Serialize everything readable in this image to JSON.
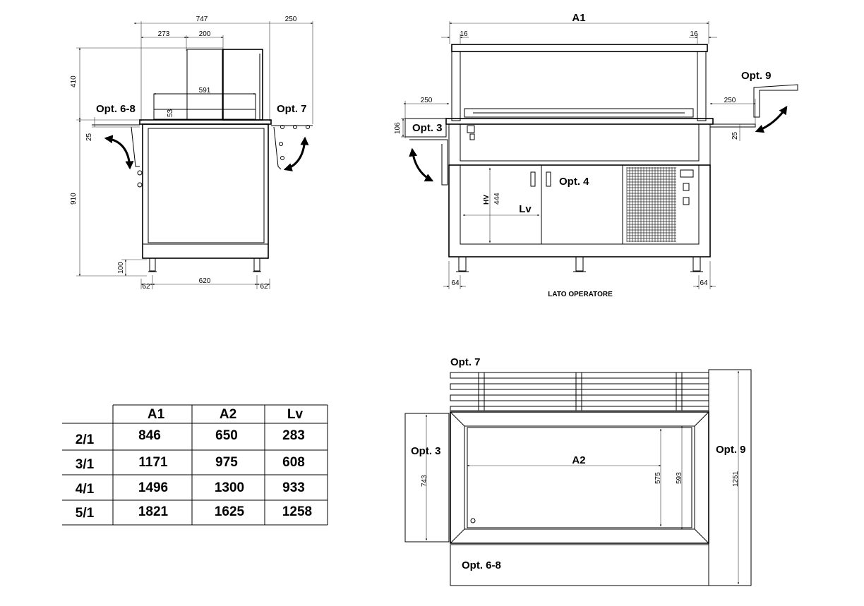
{
  "side_view": {
    "dims": {
      "top_width": "747",
      "right_ext": "250",
      "d273": "273",
      "d200": "200",
      "d591": "591",
      "d53": "53",
      "d410": "410",
      "d25": "25",
      "d910": "910",
      "d100": "100",
      "d62_left": "62",
      "d620": "620",
      "d62_right": "62"
    },
    "labels": {
      "opt_left": "Opt. 6-8",
      "opt_right": "Opt. 7"
    }
  },
  "front_view": {
    "dims": {
      "a1": "A1",
      "d16_left": "16",
      "d16_right": "16",
      "d250_left": "250",
      "d250_right": "250",
      "d106": "106",
      "d25": "25",
      "hv": "HV",
      "d444": "444",
      "lv": "Lv",
      "d64_left": "64",
      "d64_right": "64"
    },
    "labels": {
      "opt3": "Opt. 3",
      "opt4": "Opt. 4",
      "opt9": "Opt. 9",
      "operator_side": "LATO OPERATORE"
    }
  },
  "top_view": {
    "dims": {
      "a2": "A2",
      "d743": "743",
      "d575": "575",
      "d593": "593",
      "d1251": "1251"
    },
    "labels": {
      "opt7": "Opt. 7",
      "opt3": "Opt. 3",
      "opt9": "Opt. 9",
      "opt68": "Opt. 6-8"
    }
  },
  "table": {
    "headers": [
      "",
      "A1",
      "A2",
      "Lv"
    ],
    "rows": [
      [
        "2/1",
        "846",
        "650",
        "283"
      ],
      [
        "3/1",
        "1171",
        "975",
        "608"
      ],
      [
        "4/1",
        "1496",
        "1300",
        "933"
      ],
      [
        "5/1",
        "1821",
        "1625",
        "1258"
      ]
    ]
  }
}
